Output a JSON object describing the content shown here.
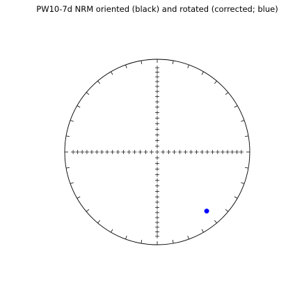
{
  "chart_data": {
    "type": "equal-area-stereonet",
    "title": "PW10-7d NRM oriented (black) and rotated (corrected; blue)",
    "grid": false,
    "center_crosses": true,
    "rim_tick_interval_deg": 10,
    "cross_interval_deg": 10,
    "series": [
      {
        "name": "rotated",
        "color": "#0000ff",
        "points": [
          {
            "dec": 140,
            "inc": 18
          }
        ]
      }
    ]
  }
}
